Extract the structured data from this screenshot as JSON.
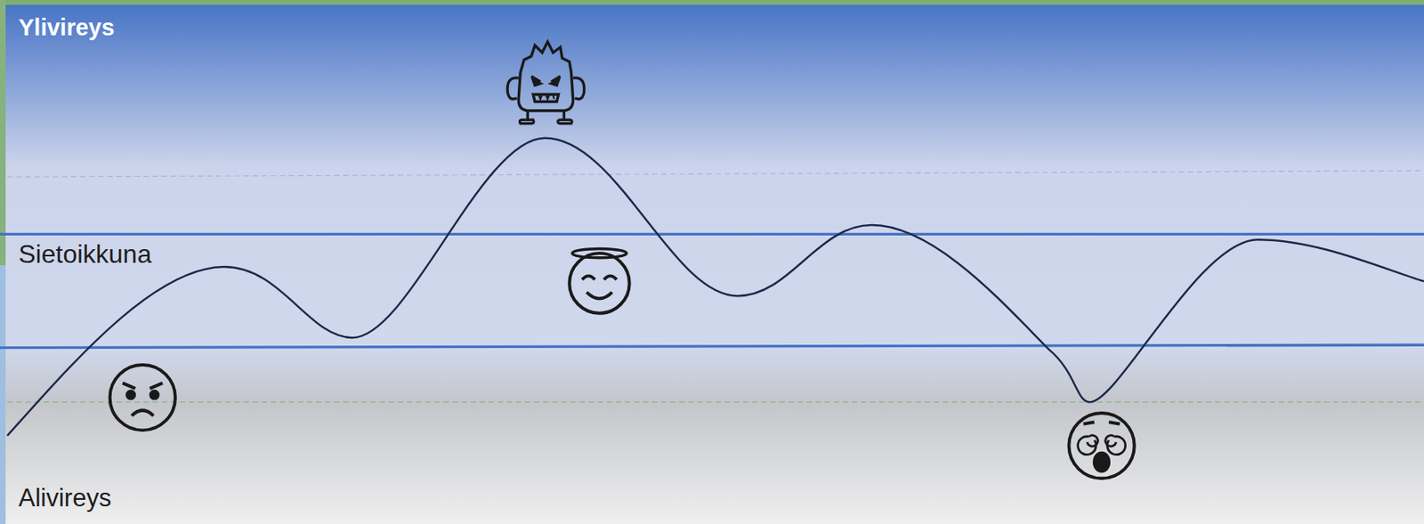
{
  "diagram": {
    "nodes": [
      {
        "text": [
          "Ylivireys"
        ]
      },
      {
        "text": [
          "Sietoikkuna"
        ]
      },
      {
        "text": [
          "Alivireys"
        ]
      }
    ]
  }
}
